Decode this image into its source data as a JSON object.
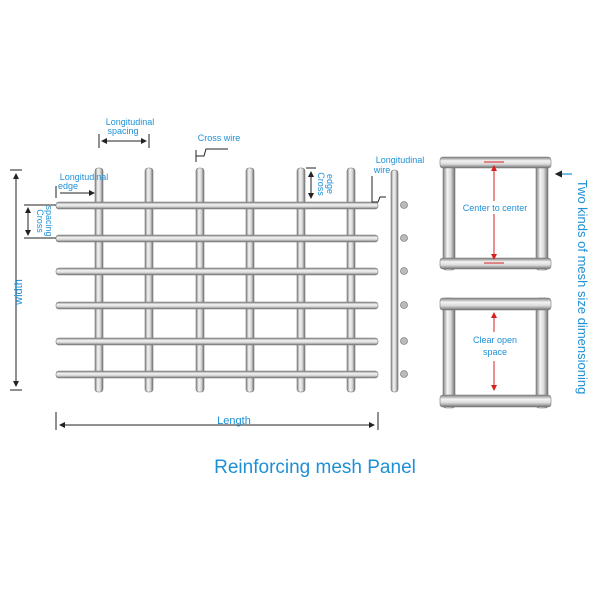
{
  "title": "Reinforcing mesh Panel",
  "labels": {
    "longitudinal_spacing_1": "Longitudinal",
    "longitudinal_spacing_2": "spacing",
    "cross_wire": "Cross wire",
    "longitudinal_edge_1": "Longitudinal",
    "longitudinal_edge_2": "edge",
    "cross_edge_1": "Cross",
    "cross_edge_2": "edge",
    "longitudinal_wire_1": "Longitudinal",
    "longitudinal_wire_2": "wire",
    "cross_spacing_1": "Cross",
    "cross_spacing_2": "spacing",
    "width": "width",
    "length": "Length",
    "center_to_center": "Center to center",
    "clear_open_1": "Clear open",
    "clear_open_2": "space",
    "side_note": "Two kinds of mesh size dimensioning"
  },
  "colors": {
    "accent": "#1e90d6",
    "arrow_red": "#d62020",
    "wire_light": "#f2f2f2",
    "wire_dark": "#8a8a8a"
  }
}
